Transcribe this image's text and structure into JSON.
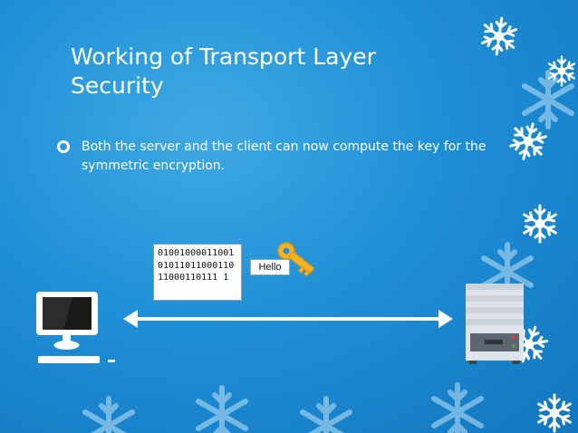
{
  "slide": {
    "title": "Working of Transport Layer Security",
    "bullet": "Both the server and the client can now compute the key for the symmetric encryption.",
    "ciphertext": "010010000110010101101100011011000110111 1",
    "plaintext": "Hello",
    "icons": [
      "snowflake-icon",
      "bullet-ring-icon",
      "key-icon",
      "computer-icon",
      "server-icon",
      "double-arrow-icon"
    ],
    "colors": {
      "background": "#1f8fd6",
      "text": "#ffffff",
      "key": "#f5b324"
    }
  }
}
